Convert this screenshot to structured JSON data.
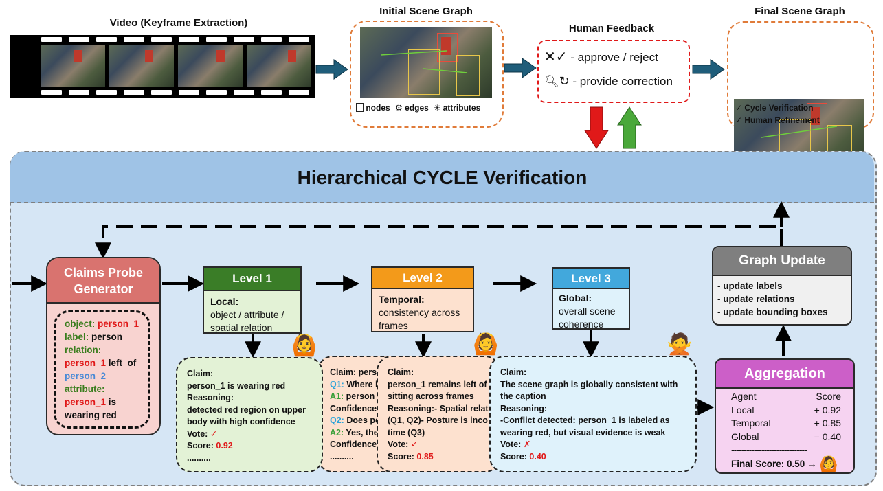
{
  "video": {
    "title": "Video (Keyframe Extraction)"
  },
  "initial": {
    "title": "Initial Scene Graph",
    "legend": [
      "nodes",
      "edges",
      "attributes"
    ]
  },
  "feedback": {
    "title": "Human Feedback",
    "approve": "- approve / reject",
    "correct": "- provide correction"
  },
  "final": {
    "title": "Final Scene Graph",
    "checks": [
      "Cycle Verification",
      "Human Refinement"
    ]
  },
  "panel": {
    "title": "Hierarchical CYCLE Verification"
  },
  "claims": {
    "title": "Claims Probe Generator",
    "object_key": "object:",
    "object_val": "person_1",
    "label_key": "label:",
    "label_val": "person",
    "relation_key": "relation:",
    "relation_a": "person_1",
    "relation_mid": "left_of",
    "relation_b": "person_2",
    "attribute_key": "attribute:",
    "attribute_a": "person_1",
    "attribute_mid": "is",
    "attribute_tail": "wearing red"
  },
  "level1": {
    "title": "Level 1",
    "head": "Local:",
    "body": "object / attribute / spatial relation"
  },
  "level2": {
    "title": "Level 2",
    "head": "Temporal:",
    "body": "consistency across frames"
  },
  "level3": {
    "title": "Level 3",
    "head": "Global:",
    "body": "overall scene coherence"
  },
  "card1": {
    "claim_k": "Claim:",
    "claim": "person_1 is wearing red",
    "reason_k": "Reasoning:",
    "reason": "detected red region on upper body with high confidence",
    "vote_k": "Vote:",
    "vote": "✓",
    "score_k": "Score:",
    "score": "0.92",
    "more": ".........."
  },
  "card2back": {
    "claim": "Claim: pers",
    "q1k": "Q1:",
    "q1": "Where i",
    "a1k": "A1:",
    "a1": "person_",
    "conf1": "Confidence",
    "q2k": "Q2:",
    "q2": "Does pe",
    "a2k": "A2:",
    "a2": "Yes, the",
    "conf2": "Confidence",
    "more": ".........."
  },
  "card2": {
    "claim_k": "Claim:",
    "claim": "person_1 remains left of sitting across frames",
    "reason": "Reasoning:- Spatial relat (Q1, Q2)- Posture is inco time (Q3)",
    "vote_k": "Vote:",
    "vote": "✓",
    "score_k": "Score:",
    "score": "0.85"
  },
  "card3": {
    "claim_k": "Claim:",
    "claim": "The scene graph is globally consistent with the caption",
    "reason_k": "Reasoning:",
    "reason": "-Conflict detected: person_1 is labeled as wearing red, but visual evidence is weak",
    "vote_k": "Vote:",
    "vote": "✗",
    "score_k": "Score:",
    "score": "0.40"
  },
  "update": {
    "title": "Graph Update",
    "items": [
      "- update labels",
      "- update relations",
      "- update bounding boxes"
    ]
  },
  "aggregation": {
    "title": "Aggregation",
    "col_agent": "Agent",
    "col_score": "Score",
    "rows": [
      {
        "agent": "Local",
        "score": "+ 0.92"
      },
      {
        "agent": "Temporal",
        "score": "+ 0.85"
      },
      {
        "agent": "Global",
        "score": "− 0.40"
      }
    ],
    "divider": "------------------------------",
    "final": "Final Score: 0.50 →"
  },
  "colors": {
    "level1": "#3a7d27",
    "level2": "#f39a1a",
    "level3": "#42a8dc",
    "claims": "#d9736f",
    "update": "#7f7f7f",
    "aggregation": "#cc5fc8"
  }
}
